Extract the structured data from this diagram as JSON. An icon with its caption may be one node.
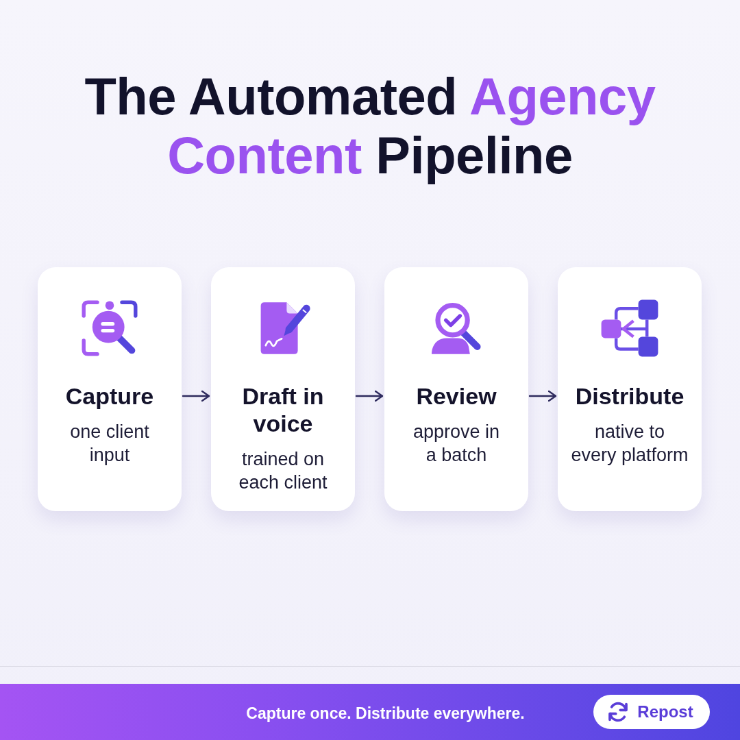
{
  "diagram": {
    "title": "The Automated **Agency Content** Pipeline",
    "nodes": [
      {
        "text": [
          "Capture",
          "one client input"
        ]
      },
      {
        "text": [
          "Draft in voice",
          "trained on each client"
        ]
      },
      {
        "text": [
          "Review",
          "approve in a batch"
        ]
      },
      {
        "text": [
          "Distribute",
          "native to every platform"
        ]
      }
    ],
    "edges": [
      {
        "from": 0,
        "to": 1,
        "arrow": "to"
      },
      {
        "from": 1,
        "to": 2,
        "arrow": "to"
      },
      {
        "from": 2,
        "to": 3,
        "arrow": "to"
      }
    ],
    "labels": [
      "Capture once. Distribute everywhere.",
      "Repost"
    ]
  }
}
